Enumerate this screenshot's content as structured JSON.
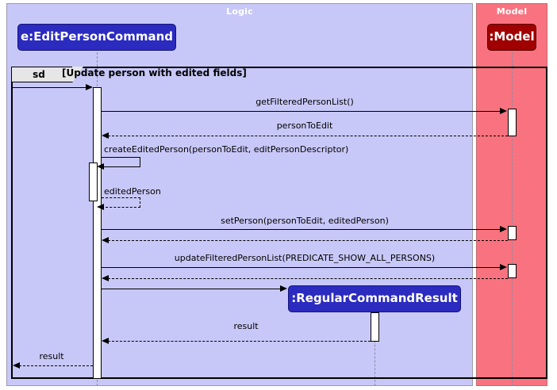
{
  "diagram": {
    "type": "uml-sequence-diagram",
    "frame": {
      "operator": "sd",
      "condition": "[Update person with edited fields]"
    },
    "colors": {
      "logic_panel": "#c8c8f8",
      "model_panel": "#f8737f",
      "object_blue": "#2b2bc0",
      "object_darkred": "#a00000",
      "frame_tab": "#e6e6e6",
      "line": "#000000"
    }
  },
  "panels": [
    {
      "id": "logic",
      "title": "Logic"
    },
    {
      "id": "model",
      "title": "Model"
    }
  ],
  "participants": [
    {
      "id": "edit",
      "label": "e:EditPersonCommand",
      "panel": "logic"
    },
    {
      "id": "model",
      "label": ":Model",
      "panel": "model"
    },
    {
      "id": "result",
      "label": ":RegularCommandResult",
      "panel": "logic"
    }
  ],
  "messages": [
    {
      "seq": 1,
      "label": "",
      "kind": "call",
      "from": "external",
      "to": "edit"
    },
    {
      "seq": 2,
      "label": "getFilteredPersonList()",
      "kind": "call",
      "from": "edit",
      "to": "model"
    },
    {
      "seq": 3,
      "label": "personToEdit",
      "kind": "return",
      "from": "model",
      "to": "edit"
    },
    {
      "seq": 4,
      "label": "createEditedPerson(personToEdit, editPersonDescriptor)",
      "kind": "self-call",
      "from": "edit",
      "to": "edit"
    },
    {
      "seq": 5,
      "label": "editedPerson",
      "kind": "self-return",
      "from": "edit",
      "to": "edit"
    },
    {
      "seq": 6,
      "label": "setPerson(personToEdit, editedPerson)",
      "kind": "call",
      "from": "edit",
      "to": "model"
    },
    {
      "seq": 7,
      "label": "",
      "kind": "return",
      "from": "model",
      "to": "edit"
    },
    {
      "seq": 8,
      "label": "updateFilteredPersonList(PREDICATE_SHOW_ALL_PERSONS)",
      "kind": "call",
      "from": "edit",
      "to": "model"
    },
    {
      "seq": 9,
      "label": "",
      "kind": "return",
      "from": "model",
      "to": "edit"
    },
    {
      "seq": 10,
      "label": "",
      "kind": "create",
      "from": "edit",
      "to": "result"
    },
    {
      "seq": 11,
      "label": "result",
      "kind": "return",
      "from": "result",
      "to": "edit"
    },
    {
      "seq": 12,
      "label": "result",
      "kind": "return",
      "from": "edit",
      "to": "external"
    }
  ],
  "labels": {
    "m_getFilteredPersonList": "getFilteredPersonList()",
    "m_personToEdit": "personToEdit",
    "m_createEditedPerson": "createEditedPerson(personToEdit, editPersonDescriptor)",
    "m_editedPerson": "editedPerson",
    "m_setPerson": "setPerson(personToEdit, editedPerson)",
    "m_updateFilteredPersonList": "updateFilteredPersonList(PREDICATE_SHOW_ALL_PERSONS)",
    "m_result_inner": "result",
    "m_result_outer": "result"
  }
}
